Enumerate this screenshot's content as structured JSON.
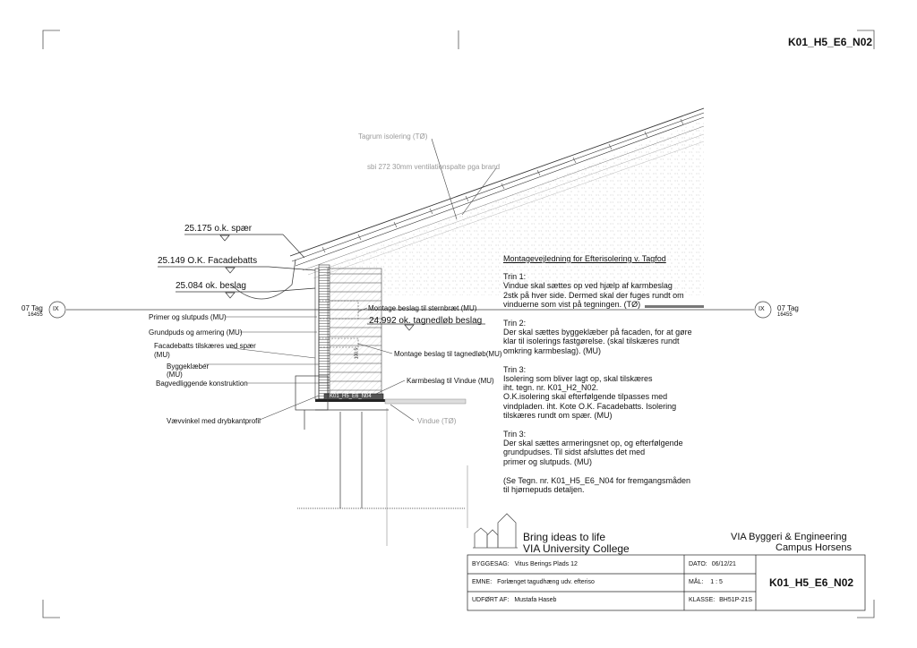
{
  "sheet": {
    "number": "K01_H5_E6_N02"
  },
  "elevations": [
    {
      "label": "25.175 o.k. spær"
    },
    {
      "label": "25.149 O.K. Facadebatts"
    },
    {
      "label": "25.084 ok. beslag"
    },
    {
      "label": "24.992 ok. tagnedløb beslag"
    }
  ],
  "section_marks": {
    "left": {
      "code": "IX",
      "name": "07 Tag",
      "number": "16455"
    },
    "right": {
      "code": "IX",
      "name": "07 Tag",
      "number": "16455"
    }
  },
  "labels": {
    "tagrum_isolering": "Tagrum isolering (TØ)",
    "ventilation": "sbi 272 30mm ventilationspalte pga brand",
    "primer": "Primer og slutpuds (MU)",
    "grundpuds": "Grundpuds og armering (MU)",
    "facadebatts_1": "Facadebatts tilskæres ved spær",
    "facadebatts_2": "(MU)",
    "byggeklaeber_1": "Byggeklæber",
    "byggeklaeber_2": "(MU)",
    "bagvedliggende": "Bagvedliggende konstruktion",
    "vaevvinkel": "Vævvinkel med drybkantprofil",
    "montage_sternbraet": "Montage beslag til sternbræt (MU)",
    "montage_tagnedlob": "Montage beslag til tagnedløb(MU)",
    "karmbeslag": "Karmbeslag til Vindue (MU)",
    "vindue": "Vindue (TØ)",
    "ref_tag": "K01_H5_E6_N04",
    "dim_vertical": "100.5"
  },
  "notes": {
    "title": "Montagevejledning for Efterisolering v. Tagfod",
    "blocks": [
      "Trin 1:\nVindue skal sættes op ved hjælp af karmbeslag\n2stk på hver side. Dermed skal der fuges rundt om\nvinduerne som vist på tegningen. (TØ)",
      "Trin 2:\nDer skal sættes byggeklæber på facaden, for at gøre\nklar til isolerings fastgørelse. (skal tilskæres rundt\nomkring karmbeslag). (MU)",
      "Trin 3:\nIsolering som bliver lagt op, skal tilskæres\niht. tegn. nr. K01_H2_N02.\nO.K.isolering skal efterfølgende tilpasses med\nvindpladen. iht. Kote O.K. Facadebatts. Isolering\ntilskæres rundt om spær. (MU)",
      "Trin 3:\nDer skal sættes armeringsnet op, og efterfølgende\ngrundpudses. Til sidst afsluttes det med\nprimer og slutpuds. (MU)",
      "(Se Tegn. nr. K01_H5_E6_N04 for fremgangsmåden\ntil hjørnepuds detaljen."
    ]
  },
  "titleblock": {
    "slogan": "Bring ideas to life",
    "school": "VIA University College",
    "dept": "VIA Byggeri & Engineering",
    "campus": "Campus Horsens",
    "byggesag_label": "BYGGESAG:",
    "byggesag_value": "Vitus Berings Plads 12",
    "emne_label": "EMNE:",
    "emne_value": "Forlænget tagudhæng udv. efteriso",
    "udfort_label": "UDFØRT AF:",
    "udfort_value": "Mustafa Haseb",
    "dato_label": "DATO:",
    "dato_value": "06/12/21",
    "mal_label": "MÅL:",
    "mal_value": "1 : 5",
    "klasse_label": "KLASSE:",
    "klasse_value": "BH51P-21S",
    "sheet_no": "K01_H5_E6_N02"
  }
}
